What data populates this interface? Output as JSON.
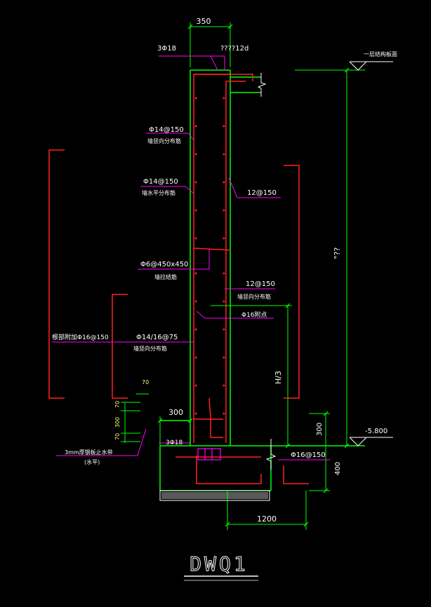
{
  "drawing": {
    "title": "DWQ1",
    "dims": {
      "top_width": "350",
      "toe_width": "300",
      "bottom_width": "1200",
      "footing_thk": "400",
      "h_over_3": "H/3",
      "base_300": "300",
      "wall_height": "°??",
      "small_70_top": "70",
      "small_70_a": "70",
      "small_300": "300",
      "small_70_b": "70"
    },
    "levels": {
      "top": "一层结构板面",
      "bottom": "-5.800"
    },
    "labels": {
      "top_bars": "3Φ18",
      "anchor": "????12d",
      "vert_outer_spec": "Φ14@150",
      "vert_outer_desc": "墙竖向分布筋",
      "horiz_spec": "Φ14@150",
      "horiz_desc": "墙水平分布筋",
      "inner_top_spec": "12@150",
      "tie_spec": "Φ6@450x450",
      "tie_desc": "墙拉结筋",
      "inner_mid_spec": "12@150",
      "inner_mid_desc": "墙竖向分布筋",
      "pin_bar": "Φ16附点",
      "root_add": "根部附加Φ16@150",
      "lower_vert_spec": "Φ14/16@75",
      "lower_vert_desc": "墙竖向分布筋",
      "waterstop_1": "3mm厚钢板止水带",
      "waterstop_2": "(水平)",
      "bottom_bars": "3Φ18",
      "footing_bar": "Φ16@150"
    }
  },
  "colors": {
    "wall": "#00ff00",
    "rebar": "#ff2020",
    "leader": "#ff00ff",
    "dimension": "#00ff00",
    "text": "#ffffff",
    "small_dim": "#ffff66"
  }
}
